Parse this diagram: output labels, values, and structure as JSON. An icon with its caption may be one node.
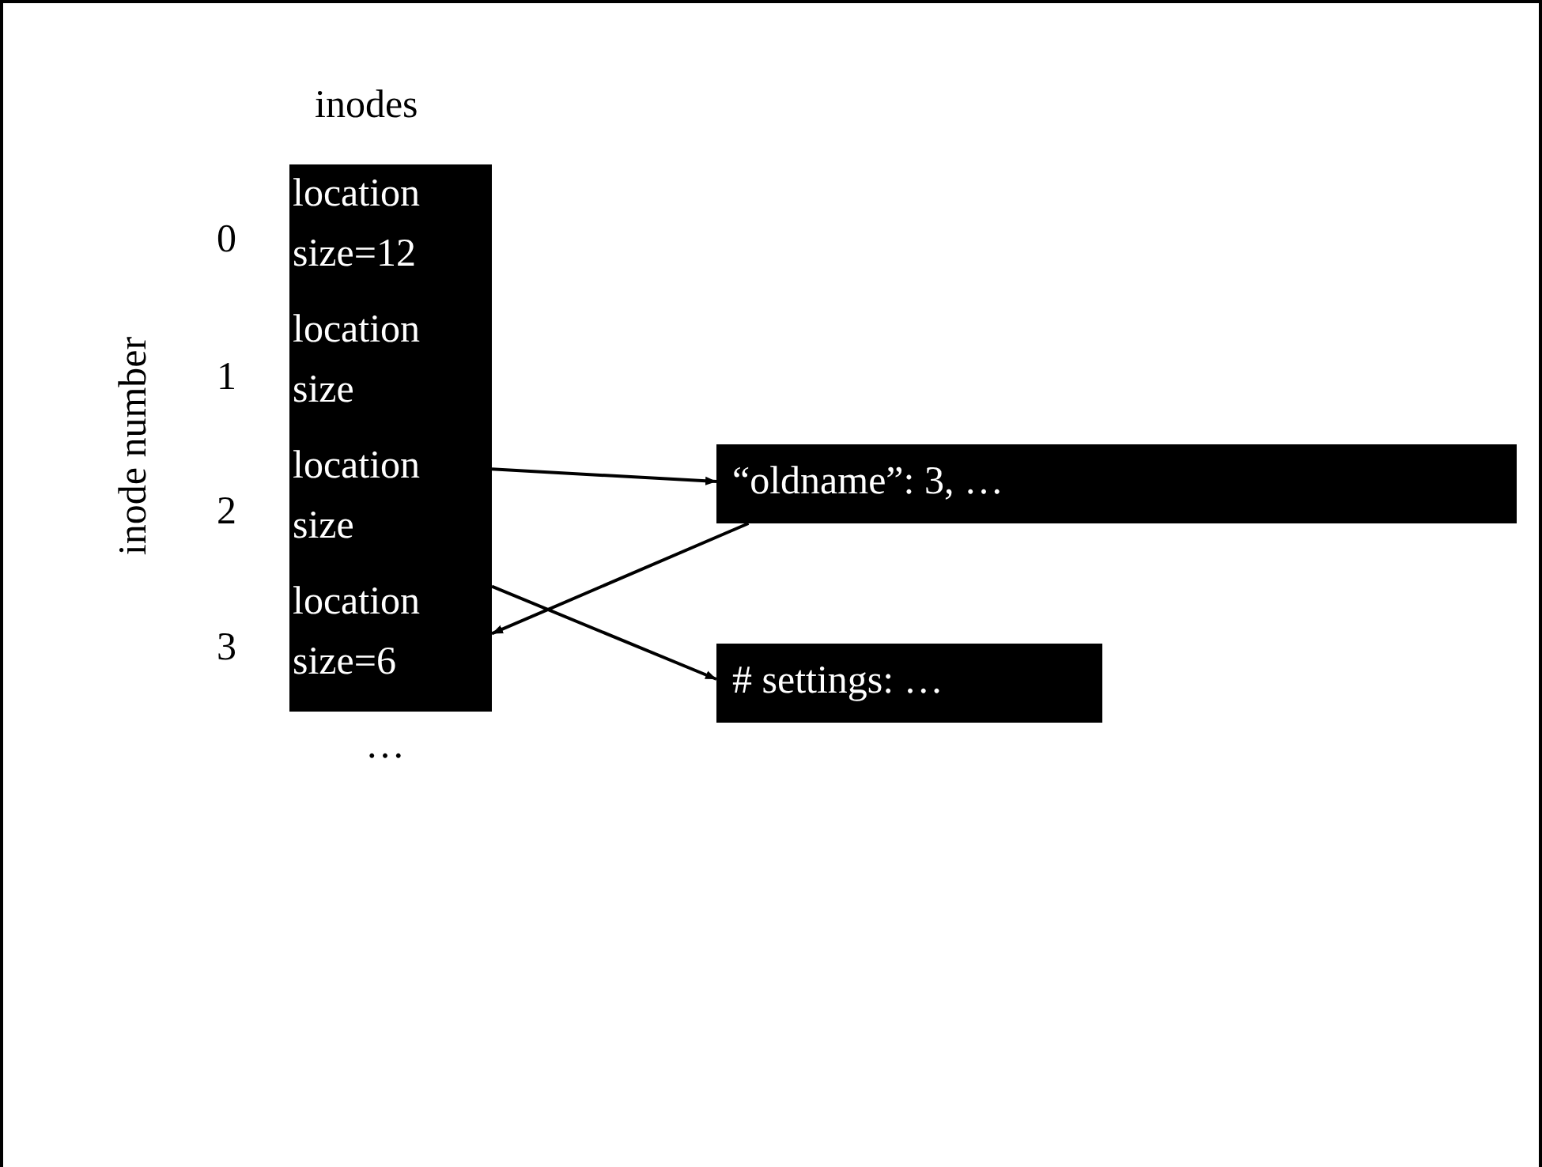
{
  "diagram": {
    "nodes": [
      {
        "text": [
          "location",
          "size=12"
        ]
      },
      {
        "text": [
          "location",
          "size"
        ]
      },
      {
        "text": [
          "location",
          "size"
        ]
      },
      {
        "text": [
          "location",
          "size=6"
        ]
      },
      {
        "text": [
          "“oldname”: 3, …"
        ]
      },
      {
        "text": [
          "# settings: …"
        ]
      }
    ],
    "edges": [
      {
        "from": 2,
        "to": 4,
        "arrow": "to"
      },
      {
        "from": 4,
        "to": 3,
        "arrow": "to"
      },
      {
        "from": 3,
        "to": 5,
        "arrow": "to"
      }
    ],
    "labels": [
      "inodes",
      "inode number",
      "0",
      "1",
      "2",
      "3",
      "…"
    ]
  }
}
